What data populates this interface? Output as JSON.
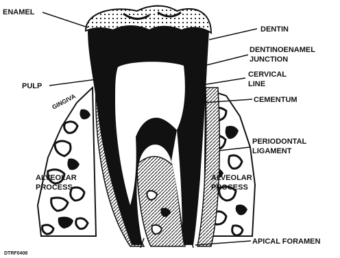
{
  "diagram": {
    "labels": {
      "enamel": "ENAMEL",
      "dentin": "DENTIN",
      "dej_line1": "DENTINOENAMEL",
      "dej_line2": "JUNCTION",
      "cervical_line1": "CERVICAL",
      "cervical_line2": "LINE",
      "cementum": "CEMENTUM",
      "pulp": "PULP",
      "gingiva": "GINGIVA",
      "pdl_line1": "PERIODONTAL",
      "pdl_line2": "LIGAMENT",
      "alveolar_left_line1": "ALVEOLAR",
      "alveolar_left_line2": "PROCESS",
      "alveolar_right_line1": "ALVEOLAR",
      "alveolar_right_line2": "PROCESS",
      "apical_foramen": "APICAL FORAMEN",
      "figure_code": "DTRF0408"
    },
    "colors": {
      "ink": "#111111",
      "paper": "#ffffff"
    }
  }
}
